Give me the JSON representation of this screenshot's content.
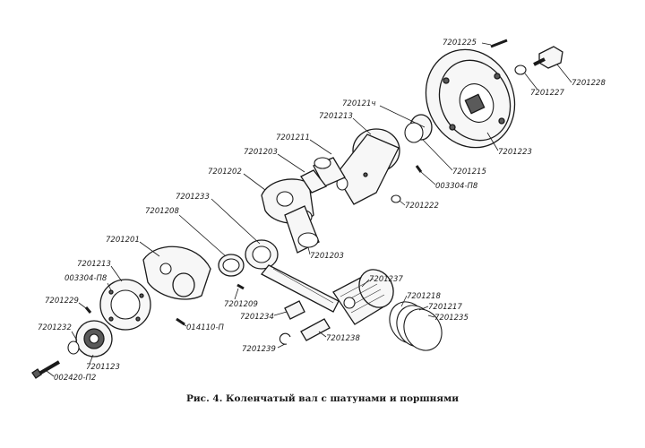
{
  "caption": "Рис. 4. Коленчатый вал с шатунами и поршнями",
  "labels": {
    "p7201225": "7201225",
    "p7201228": "7201228",
    "p7201227": "7201227",
    "p7201223": "7201223",
    "p720121a": "720121ч",
    "p7201213_top": "7201213",
    "p7201211": "7201211",
    "p7201203_top": "7201203",
    "p7201202": "7201202",
    "p7201215": "7201215",
    "p003304_top": "003304-П8",
    "p7201222": "7201222",
    "p7201233": "7201233",
    "p7201208": "7201208",
    "p7201203_bot": "7201203",
    "p7201201": "7201201",
    "p7201213_bot": "7201213",
    "p003304_bot": "003304-П8",
    "p7201229": "7201229",
    "p7201232": "7201232",
    "p7201209": "7201209",
    "p7201234": "7201234",
    "p014110": "014110-П",
    "p7201237": "7201237",
    "p7201218": "7201218",
    "p7201217": "7201217",
    "p7201235": "7201235",
    "p7201238": "7201238",
    "p7201239": "7201239",
    "p7201123": "7201123",
    "p002420": "002420-П2"
  }
}
